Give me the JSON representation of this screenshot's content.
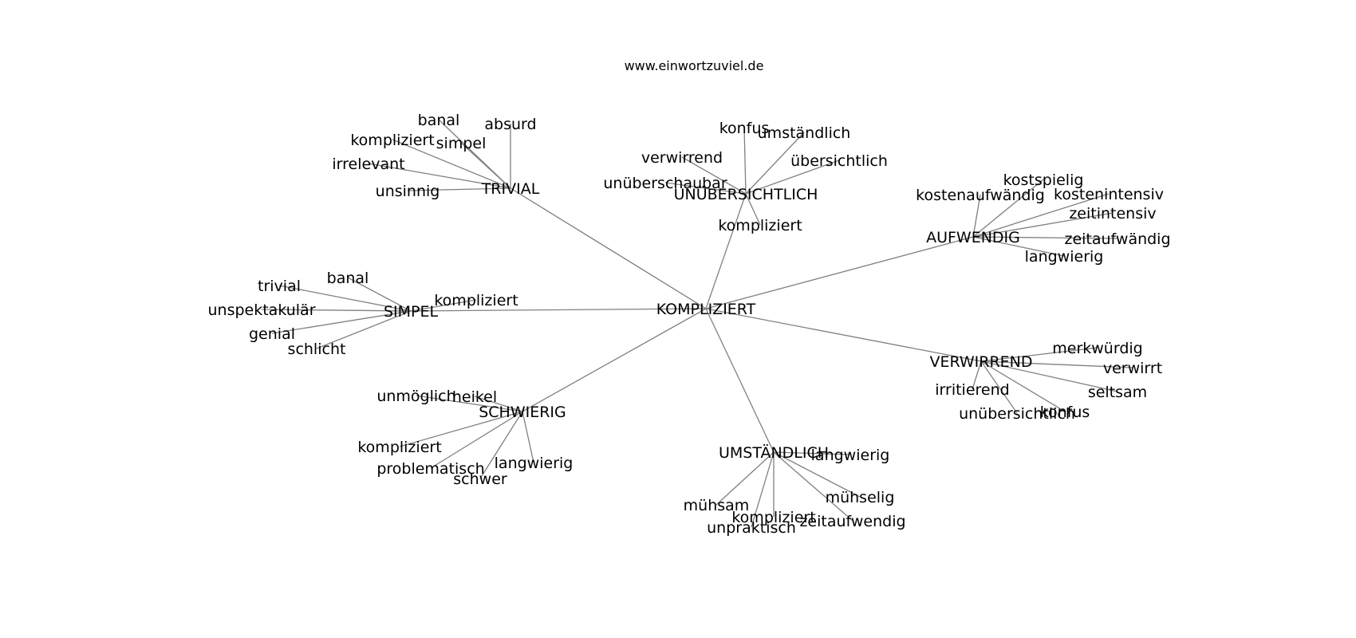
{
  "header": {
    "title": "www.einwortzuviel.de"
  },
  "graph": {
    "center": "KOMPLIZIERT",
    "hubs": [
      {
        "id": "trivial",
        "label": "TRIVIAL",
        "leaves": [
          "banal",
          "absurd",
          "kompliziert",
          "simpel",
          "irrelevant",
          "unsinnig"
        ]
      },
      {
        "id": "unuebersichtlich",
        "label": "UNÜBERSICHTLICH",
        "leaves": [
          "konfus",
          "umständlich",
          "verwirrend",
          "übersichtlich",
          "unüberschaubar",
          "kompliziert"
        ]
      },
      {
        "id": "aufwendig",
        "label": "AUFWENDIG",
        "leaves": [
          "kostspielig",
          "kostenaufwändig",
          "kostenintensiv",
          "zeitintensiv",
          "zeitaufwändig",
          "langwierig"
        ]
      },
      {
        "id": "simpel",
        "label": "SIMPEL",
        "leaves": [
          "banal",
          "trivial",
          "kompliziert",
          "unspektakulär",
          "genial",
          "schlicht"
        ]
      },
      {
        "id": "verwirrend",
        "label": "VERWIRREND",
        "leaves": [
          "merkwürdig",
          "verwirrt",
          "irritierend",
          "seltsam",
          "unübersichtlich",
          "konfus"
        ]
      },
      {
        "id": "schwierig",
        "label": "SCHWIERIG",
        "leaves": [
          "unmöglich",
          "heikel",
          "kompliziert",
          "langwierig",
          "problematisch",
          "schwer"
        ]
      },
      {
        "id": "umstaendlich",
        "label": "UMSTÄNDLICH",
        "leaves": [
          "langwierig",
          "mühselig",
          "mühsam",
          "kompliziert",
          "zeitaufwendig",
          "unpraktisch"
        ]
      }
    ]
  }
}
